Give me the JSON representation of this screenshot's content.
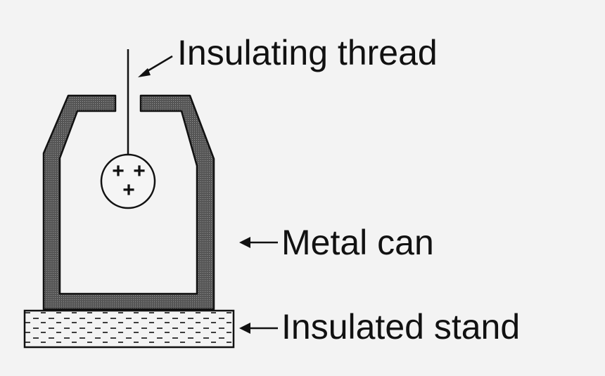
{
  "labels": {
    "thread": "Insulating thread",
    "can": "Metal can",
    "stand": "Insulated stand"
  },
  "charges": [
    "+",
    "+",
    "+"
  ],
  "colors": {
    "background": "#f3f3f3",
    "ink": "#111111",
    "metal_fill": "#6a6a6a"
  }
}
